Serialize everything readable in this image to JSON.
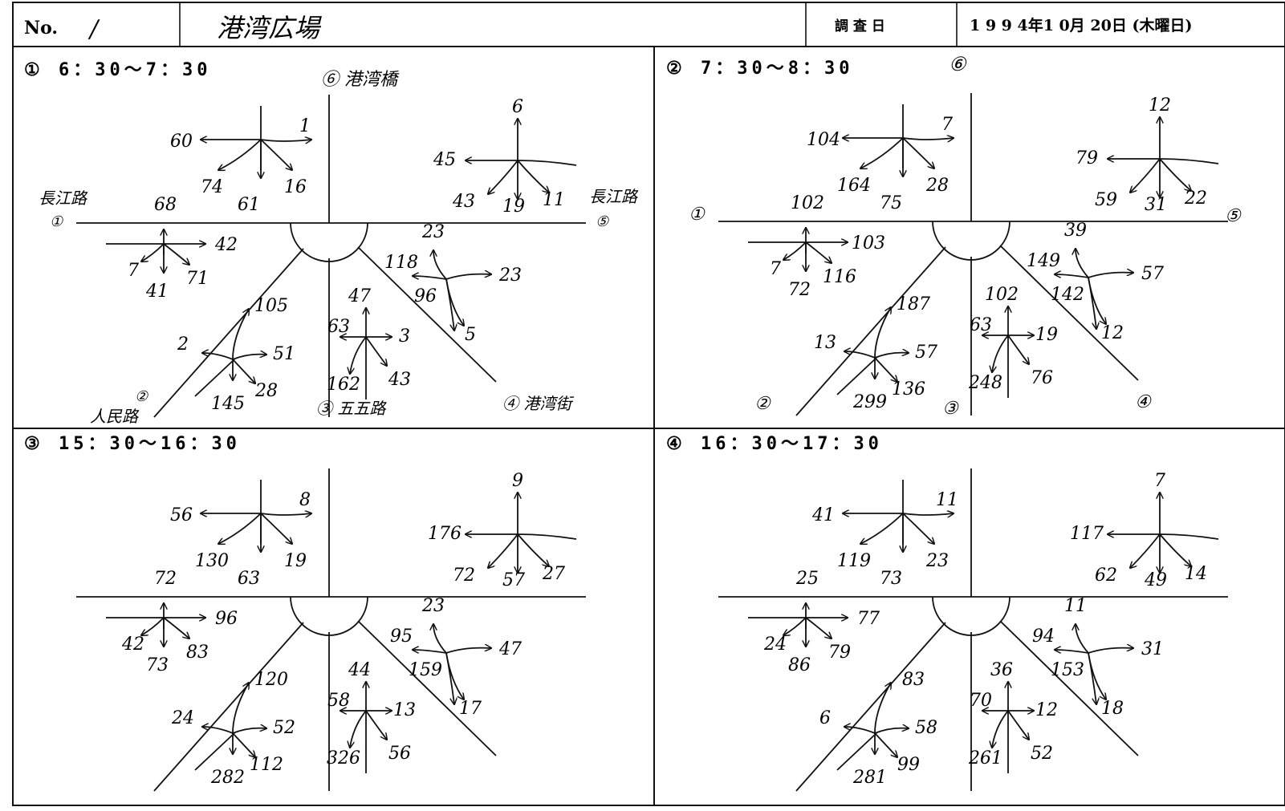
{
  "header": {
    "no_label": "No.",
    "no_value": "/",
    "location": "港湾広場",
    "date_label": "調 査 日",
    "date_value": "1 9 9 4年1 0月 20日 (木曜日)"
  },
  "road_labels": {
    "r6": "⑥ 港湾橋",
    "r1a": "長江路",
    "r1b": "①",
    "r5a": "長江路",
    "r5b": "⑤",
    "r2a": "②",
    "r2b": "人民路",
    "r3": "③ 五五路",
    "r4": "④ 港湾街"
  },
  "panels": [
    {
      "title": "① 6：30～7：30",
      "t1": {
        "left": "60",
        "right": "1",
        "a": "74",
        "b": "61",
        "c": "16"
      },
      "t2": {
        "up": "6",
        "left": "45",
        "a": "43",
        "b": "19",
        "c": "11"
      },
      "hv": "68",
      "t3": {
        "right": "42",
        "a": "7",
        "b": "41",
        "c": "71"
      },
      "t4": {
        "up": "105",
        "left": "2",
        "right": "51",
        "a": "145",
        "b": "28"
      },
      "t5": {
        "up": "47",
        "left": "63",
        "right": "3",
        "a": "162",
        "b": "43"
      },
      "t6": {
        "up": "23",
        "left": "118",
        "right": "23",
        "a": "96",
        "b": "5"
      }
    },
    {
      "title": "② 7：30～8：30",
      "t1": {
        "left": "104",
        "right": "7",
        "a": "164",
        "b": "75",
        "c": "28"
      },
      "t2": {
        "up": "12",
        "left": "79",
        "a": "59",
        "b": "31",
        "c": "22"
      },
      "hv": "102",
      "t3": {
        "right": "103",
        "a": "7",
        "b": "72",
        "c": "116"
      },
      "t4": {
        "up": "187",
        "left": "13",
        "right": "57",
        "a": "299",
        "b": "136"
      },
      "t5": {
        "up": "102",
        "left": "63",
        "right": "19",
        "a": "248",
        "b": "76"
      },
      "t6": {
        "up": "39",
        "left": "149",
        "right": "57",
        "a": "142",
        "b": "12"
      },
      "labels": {
        "top": "⑥",
        "left": "①",
        "right": "⑤",
        "b2": "②",
        "b3": "③",
        "b4": "④"
      }
    },
    {
      "title": "③ 15：30～16：30",
      "t1": {
        "left": "56",
        "right": "8",
        "a": "130",
        "b": "63",
        "c": "19"
      },
      "t2": {
        "up": "9",
        "left": "176",
        "a": "72",
        "b": "57",
        "c": "27"
      },
      "hv": "72",
      "t3": {
        "right": "96",
        "a": "42",
        "b": "73",
        "c": "83"
      },
      "t4": {
        "up": "120",
        "left": "24",
        "right": "52",
        "a": "282",
        "b": "112"
      },
      "t5": {
        "up": "44",
        "left": "58",
        "right": "13",
        "a": "326",
        "b": "56"
      },
      "t6": {
        "up": "23",
        "left": "95",
        "right": "47",
        "a": "159",
        "b": "17"
      }
    },
    {
      "title": "④ 16：30～17：30",
      "t1": {
        "left": "41",
        "right": "11",
        "a": "119",
        "b": "73",
        "c": "23"
      },
      "t2": {
        "up": "7",
        "left": "117",
        "a": "62",
        "b": "49",
        "c": "14"
      },
      "hv": "25",
      "t3": {
        "right": "77",
        "a": "24",
        "b": "86",
        "c": "79"
      },
      "t4": {
        "up": "83",
        "left": "6",
        "right": "58",
        "a": "281",
        "b": "99"
      },
      "t5": {
        "up": "36",
        "left": "70",
        "right": "12",
        "a": "261",
        "b": "52"
      },
      "t6": {
        "up": "11",
        "left": "94",
        "right": "31",
        "a": "153",
        "b": "18"
      }
    }
  ]
}
